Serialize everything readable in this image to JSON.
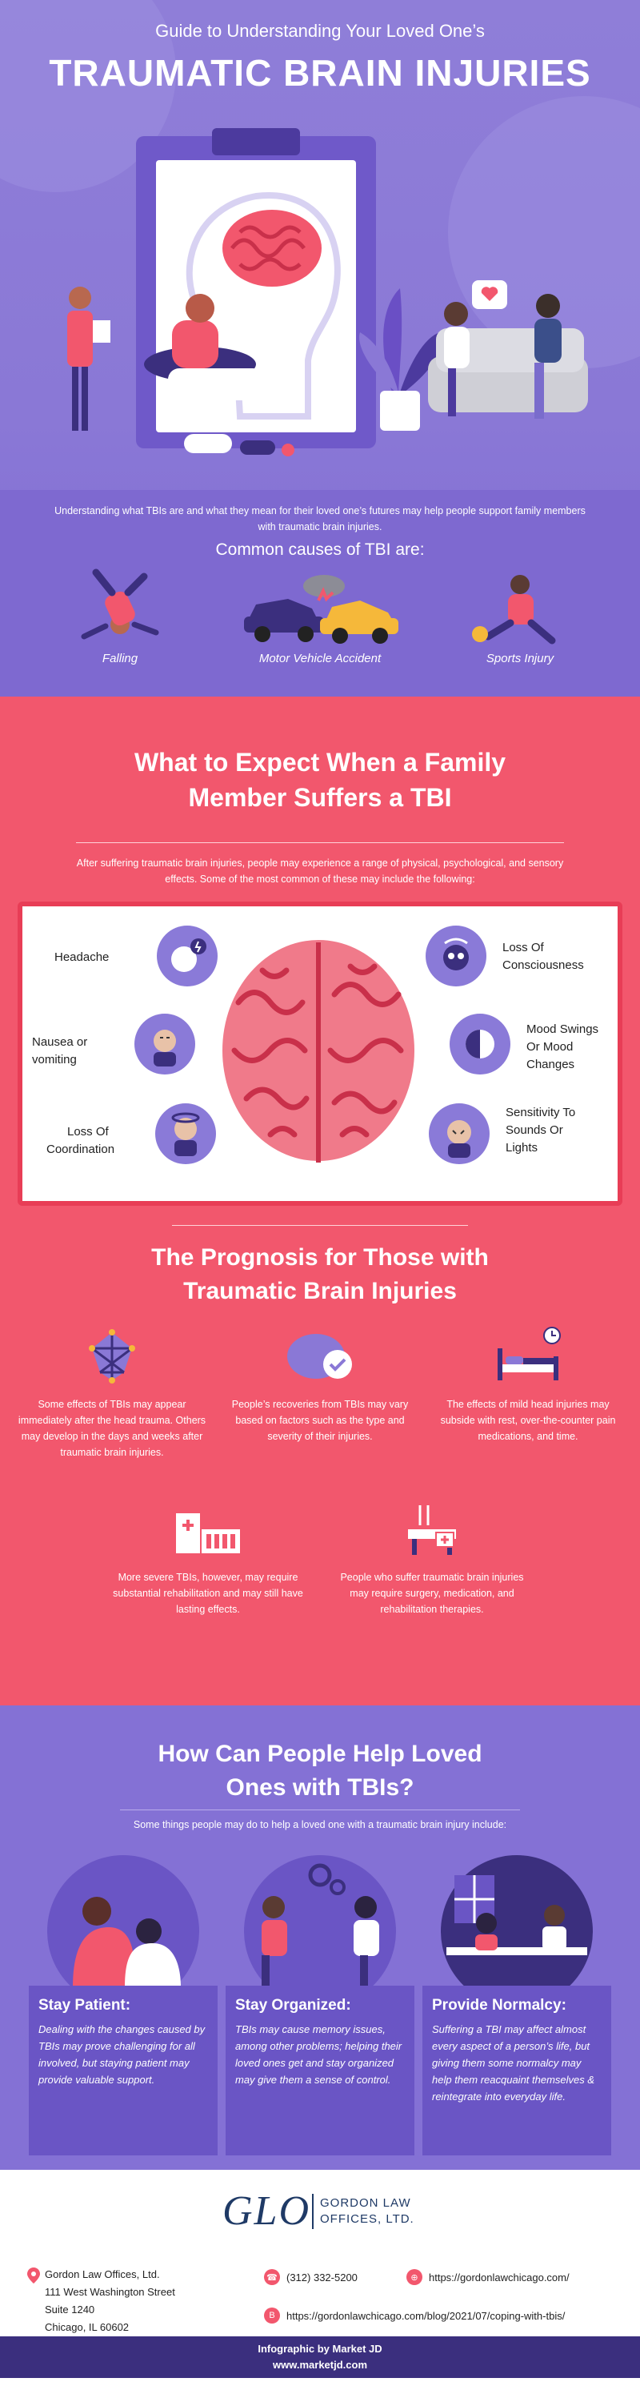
{
  "header": {
    "subtitle": "Guide to Understanding Your Loved One’s",
    "title": "TRAUMATIC BRAIN INJURIES"
  },
  "intro": {
    "text": "Understanding what TBIs are and what they mean for their loved one’s futures may help people support family members with traumatic brain injuries.",
    "causes_heading": "Common causes of TBI are:",
    "causes": [
      {
        "label": "Falling",
        "icon": "falling-person-icon"
      },
      {
        "label": "Motor Vehicle Accident",
        "icon": "car-crash-icon"
      },
      {
        "label": "Sports Injury",
        "icon": "sports-injury-icon"
      }
    ]
  },
  "expect": {
    "title_line1": "What to Expect When a Family",
    "title_line2": "Member Suffers a TBI",
    "text": "After suffering traumatic brain injuries, people may experience a range of physical, psychological, and sensory effects. Some of the most common of these may include the following:",
    "symptoms": {
      "headache": "Headache",
      "nausea_1": "Nausea or",
      "nausea_2": "vomiting",
      "coordination_1": "Loss Of",
      "coordination_2": "Coordination",
      "consciousness_1": "Loss Of",
      "consciousness_2": "Consciousness",
      "mood_1": "Mood Swings",
      "mood_2": "Or Mood",
      "mood_3": "Changes",
      "sensitivity_1": "Sensitivity To",
      "sensitivity_2": "Sounds Or",
      "sensitivity_3": "Lights"
    }
  },
  "prognosis": {
    "title_line1": "The Prognosis for Those with",
    "title_line2": "Traumatic Brain Injuries",
    "items": [
      "Some effects of TBIs may appear immediately after the head trauma. Others may develop in the days and weeks after traumatic brain injuries.",
      "People’s recoveries from TBIs may vary based on factors such as the type and severity of their injuries.",
      "The effects of mild head injuries may subside with rest, over-the-counter pain medications, and time.",
      "More severe TBIs, however, may require substantial rehabilitation and may still have lasting effects.",
      "People who suffer traumatic brain injuries may require surgery, medication, and rehabilitation therapies."
    ]
  },
  "help": {
    "title_line1": "How Can People Help Loved",
    "title_line2": "Ones with TBIs?",
    "text": "Some things people may do to help a loved one with a traumatic brain injury include:",
    "cards": [
      {
        "heading": "Stay Patient:",
        "text": "Dealing with the changes caused by TBIs may prove challenging for all involved, but staying patient may provide valuable support."
      },
      {
        "heading": "Stay Organized:",
        "text": "TBIs may cause memory issues, among other problems; helping their loved ones get and stay organized may give them a sense of control."
      },
      {
        "heading": "Provide Normalcy:",
        "text": "Suffering a TBI may affect almost every aspect of a person’s life, but giving them some normalcy may help them reacquaint themselves & reintegrate into everyday life."
      }
    ]
  },
  "footer": {
    "logo_mark": "GLO",
    "logo_line1": "GORDON LAW",
    "logo_line2": "OFFICES, LTD.",
    "address": [
      "Gordon Law Offices, Ltd.",
      "111 West Washington Street",
      "Suite 1240",
      "Chicago, IL 60602"
    ],
    "phone": "(312) 332-5200",
    "website": "https://gordonlawchicago.com/",
    "blog_url": "https://gordonlawchicago.com/blog/2021/07/coping-with-tbis/",
    "credit_line1": "Infographic by Market JD",
    "credit_line2": "www.marketjd.com"
  },
  "colors": {
    "purple": "#8a78d6",
    "pink": "#f2576d",
    "dark_purple": "#6a55c5",
    "navy": "#1f3a66"
  }
}
